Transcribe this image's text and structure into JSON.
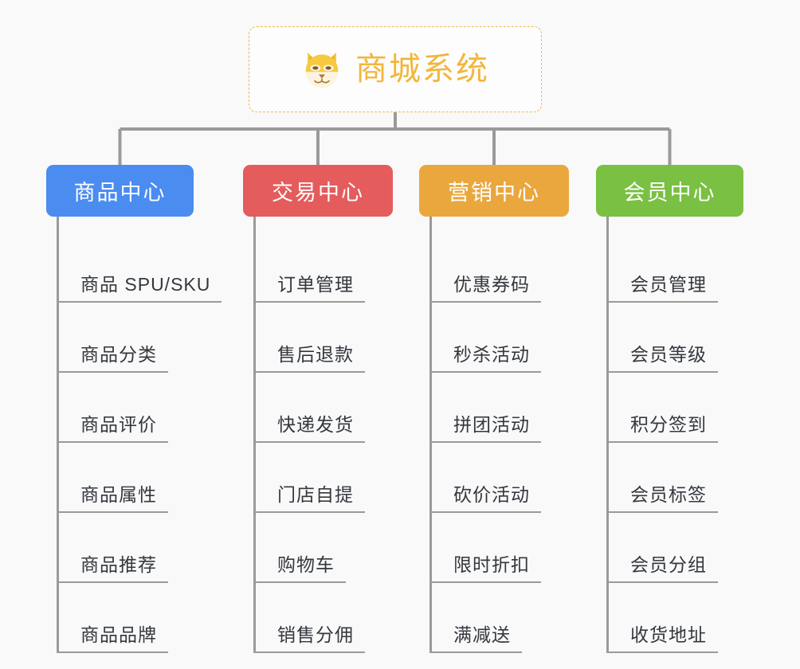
{
  "background_color": "#f9f9fa",
  "root": {
    "title": "商城系统",
    "icon": "shiba-dog-face-icon",
    "border_color": "#e9b94e",
    "text_color": "#f2b63c",
    "background": "#fdfdfd"
  },
  "connector": {
    "color": "#9a9a9a"
  },
  "branches": [
    {
      "id": "product-center",
      "label": "商品中心",
      "color": "#4a8cf0",
      "items": [
        "商品 SPU/SKU",
        "商品分类",
        "商品评价",
        "商品属性",
        "商品推荐",
        "商品品牌"
      ]
    },
    {
      "id": "trade-center",
      "label": "交易中心",
      "color": "#e45c5c",
      "items": [
        "订单管理",
        "售后退款",
        "快递发货",
        "门店自提",
        "购物车",
        "销售分佣"
      ]
    },
    {
      "id": "marketing-center",
      "label": "营销中心",
      "color": "#eaa73e",
      "items": [
        "优惠券码",
        "秒杀活动",
        "拼团活动",
        "砍价活动",
        "限时折扣",
        "满减送"
      ]
    },
    {
      "id": "member-center",
      "label": "会员中心",
      "color": "#7ac043",
      "items": [
        "会员管理",
        "会员等级",
        "积分签到",
        "会员标签",
        "会员分组",
        "收货地址"
      ]
    }
  ]
}
